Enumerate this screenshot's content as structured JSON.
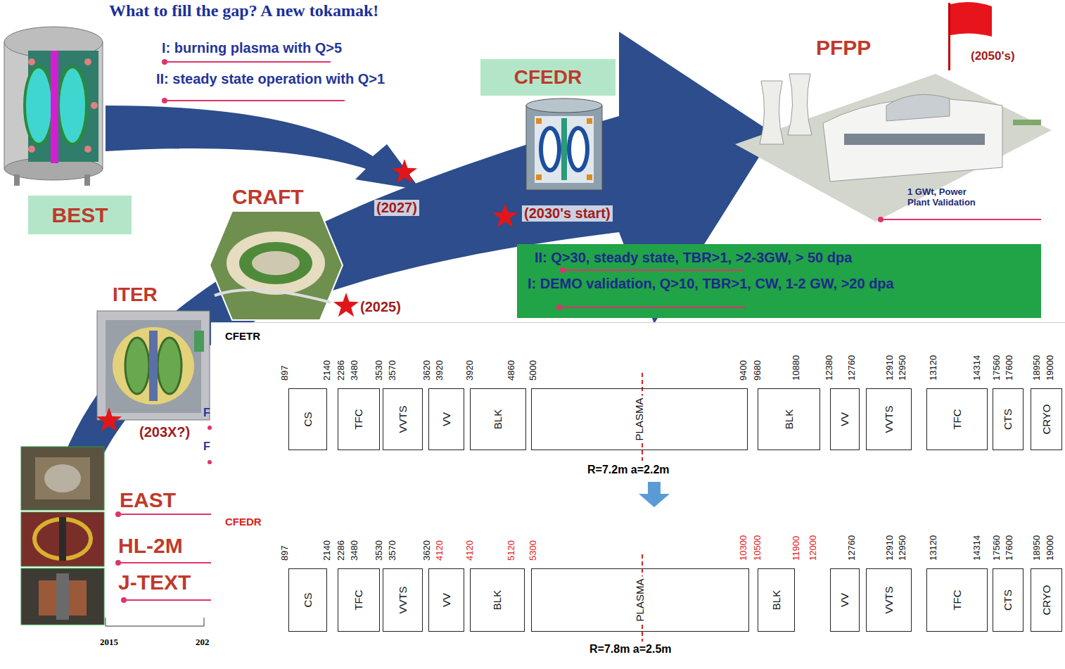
{
  "diagram": {
    "title": "What to fill the gap? A new tokamak!",
    "nodes": [
      {
        "text": [
          "BEST"
        ]
      },
      {
        "text": [
          "CFEDR"
        ]
      },
      {
        "text": [
          "II: Q>30, steady state, TBR>1, >2-3GW, > 50 dpa",
          "I: DEMO validation, Q>10, TBR>1, CW, 1-2 GW, >20 dpa"
        ]
      },
      {
        "text": [
          "CS"
        ]
      },
      {
        "text": [
          "TFC"
        ]
      },
      {
        "text": [
          "VVTS"
        ]
      },
      {
        "text": [
          "VV"
        ]
      },
      {
        "text": [
          "BLK"
        ]
      },
      {
        "text": [
          "PLASMA"
        ]
      },
      {
        "text": [
          "BLK"
        ]
      },
      {
        "text": [
          "VV"
        ]
      },
      {
        "text": [
          "VVTS"
        ]
      },
      {
        "text": [
          "TFC"
        ]
      },
      {
        "text": [
          "CTS"
        ]
      },
      {
        "text": [
          "CRYO"
        ]
      },
      {
        "text": [
          "CS"
        ]
      },
      {
        "text": [
          "TFC"
        ]
      },
      {
        "text": [
          "VVTS"
        ]
      },
      {
        "text": [
          "VV"
        ]
      },
      {
        "text": [
          "BLK"
        ]
      },
      {
        "text": [
          "PLASMA"
        ]
      },
      {
        "text": [
          "BLK"
        ]
      },
      {
        "text": [
          "VV"
        ]
      },
      {
        "text": [
          "VVTS"
        ]
      },
      {
        "text": [
          "TFC"
        ]
      },
      {
        "text": [
          "CTS"
        ]
      },
      {
        "text": [
          "CRYO"
        ]
      }
    ],
    "labels": [
      "I: burning plasma with Q>5",
      "II: steady state operation with Q>1",
      "CRAFT",
      "(2027)",
      "(2030's start)",
      "PFPP",
      "(2050's)",
      "1 GWt, Power Plant Validation",
      "ITER",
      "(2025)",
      "(203X?)",
      "F",
      "F",
      "EAST",
      "HL-2M",
      "J-TEXT",
      "2015",
      "202",
      "CFETR",
      "897",
      "2140",
      "2286",
      "3480",
      "3530",
      "3570",
      "3620",
      "3920",
      "3920",
      "4860",
      "5000",
      "9400",
      "9680",
      "10880",
      "12380",
      "12760",
      "12910",
      "12950",
      "13120",
      "14314",
      "17560",
      "17600",
      "18950",
      "19000",
      "R=7.2m a=2.2m",
      "CFEDR",
      "897",
      "2140",
      "2286",
      "3480",
      "3530",
      "3570",
      "3620",
      "4120",
      "4120",
      "5120",
      "5300",
      "10300",
      "10500",
      "11900",
      "12000",
      "12760",
      "12910",
      "12950",
      "13120",
      "14314",
      "17560",
      "17600",
      "18950",
      "19000",
      "R=7.8m a=2.5m"
    ]
  }
}
